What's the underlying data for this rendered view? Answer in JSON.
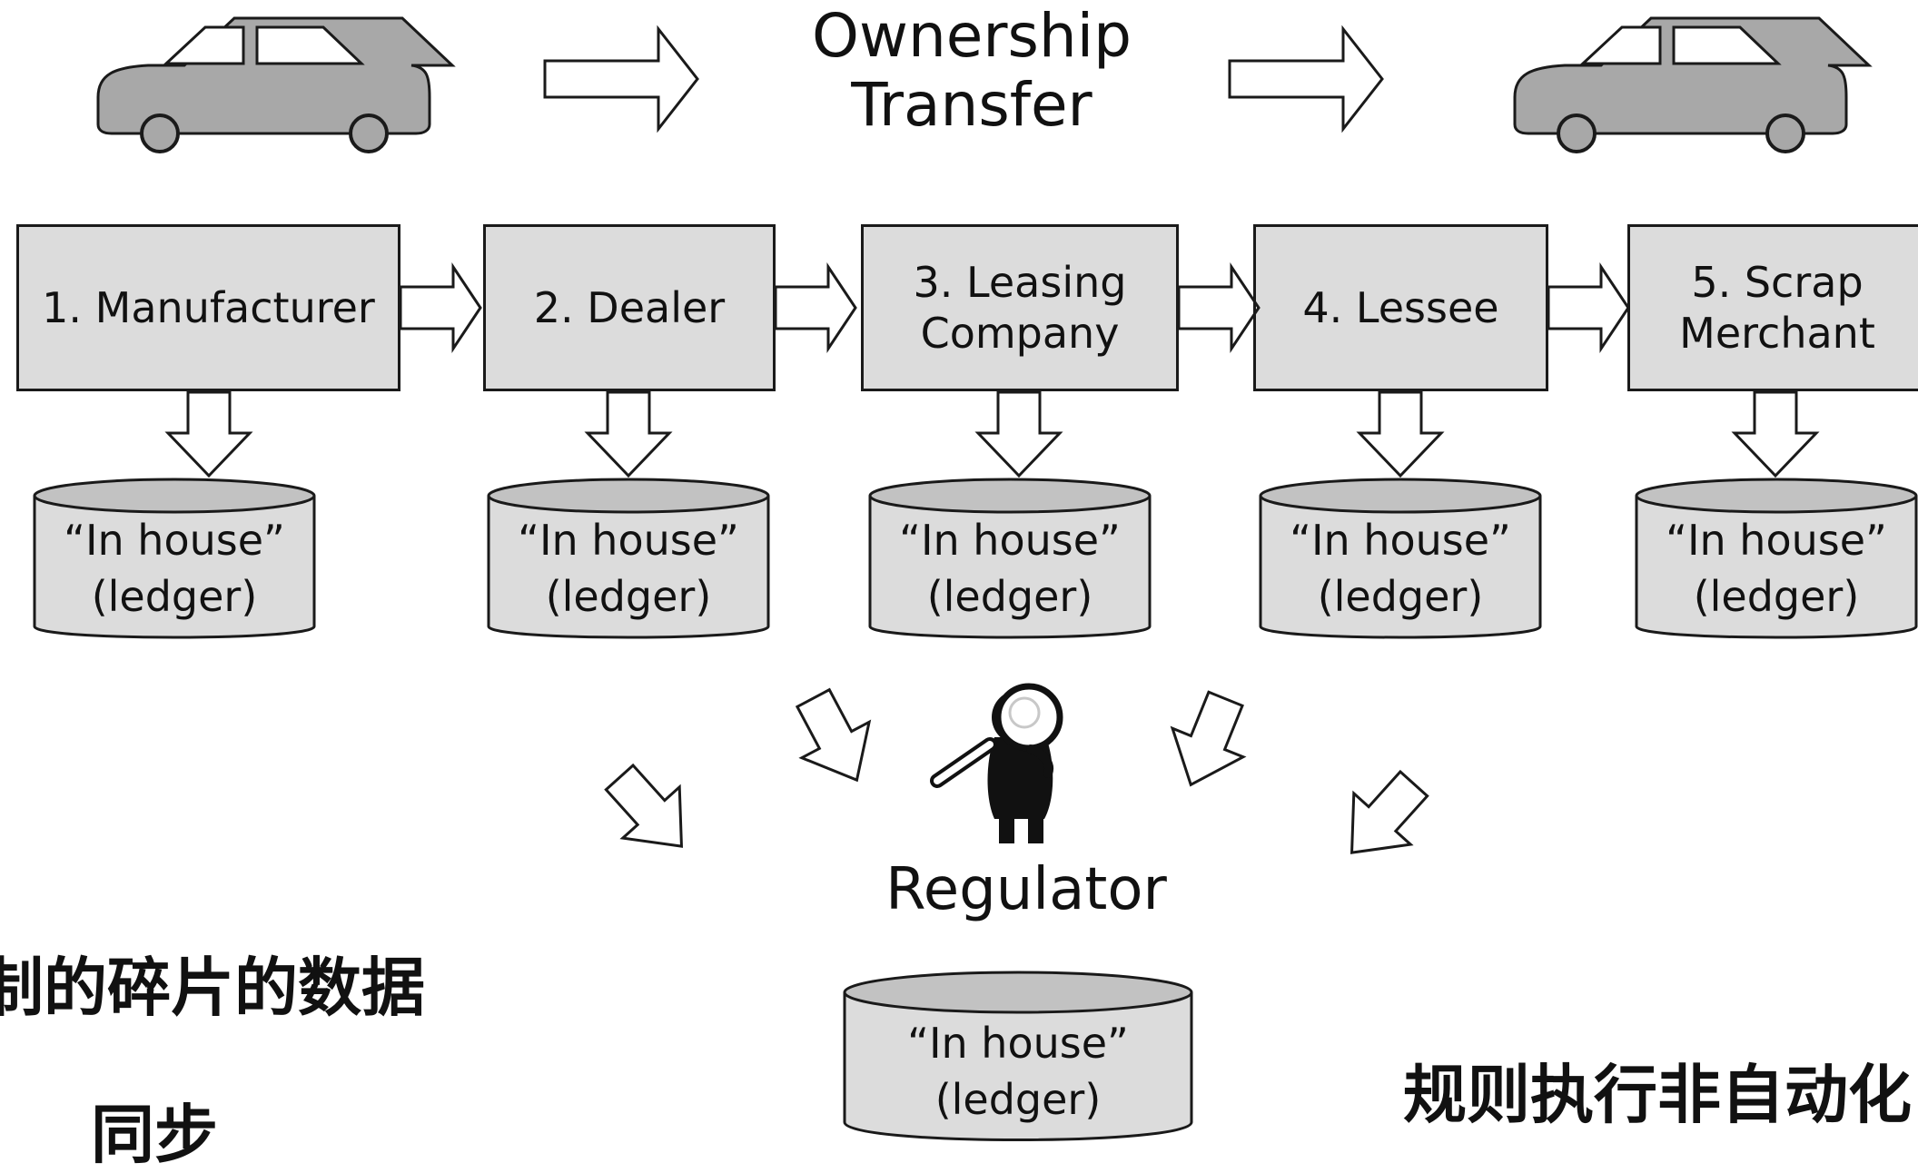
{
  "title": {
    "line1": "Ownership",
    "line2": "Transfer"
  },
  "participants": [
    {
      "label": "1. Manufacturer"
    },
    {
      "label": "2. Dealer"
    },
    {
      "label": "3. Leasing Company"
    },
    {
      "label": "4. Lessee"
    },
    {
      "label": "5. Scrap Merchant"
    }
  ],
  "ledger": {
    "line1": "“In house”",
    "line2": "(ledger)"
  },
  "regulator": {
    "label": "Regulator"
  },
  "annotations": {
    "left_line1": "制的碎片的数据",
    "left_line2": "同步",
    "right_line1": "规则执行非自动化"
  },
  "colors": {
    "box_fill": "#dcdcdc",
    "stroke": "#1a1a1a",
    "car_fill": "#a8a8a8"
  },
  "icons": {
    "car": "car-icon",
    "arrow": "hollow-arrow-icon",
    "ledger": "database-cylinder-icon",
    "regulator": "regulator-magnifier-icon"
  }
}
